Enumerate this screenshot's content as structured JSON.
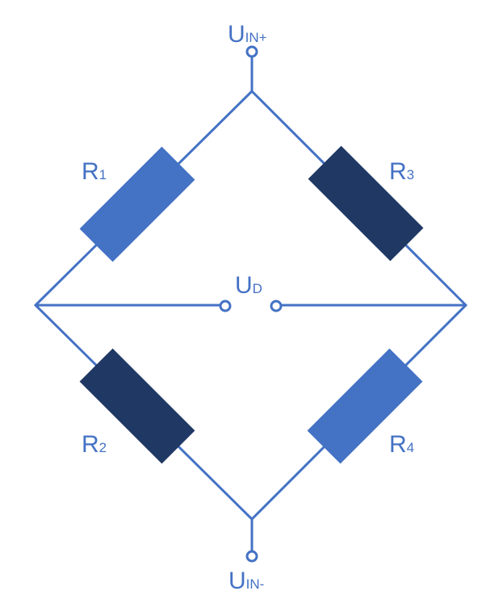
{
  "colors": {
    "wire": "#4472c4",
    "resistor_light": "#4472c4",
    "resistor_dark": "#203864",
    "label": "#4472c4"
  },
  "labels": {
    "uin_plus": {
      "main": "U",
      "sub": "IN+"
    },
    "uin_minus": {
      "main": "U",
      "sub": "IN-"
    },
    "ud": {
      "main": "U",
      "sub": "D"
    },
    "r1": {
      "main": "R",
      "sub": "1"
    },
    "r2": {
      "main": "R",
      "sub": "2"
    },
    "r3": {
      "main": "R",
      "sub": "3"
    },
    "r4": {
      "main": "R",
      "sub": "4"
    }
  },
  "resistors": [
    {
      "id": "r1",
      "shade": "light"
    },
    {
      "id": "r2",
      "shade": "dark"
    },
    {
      "id": "r3",
      "shade": "dark"
    },
    {
      "id": "r4",
      "shade": "light"
    }
  ]
}
